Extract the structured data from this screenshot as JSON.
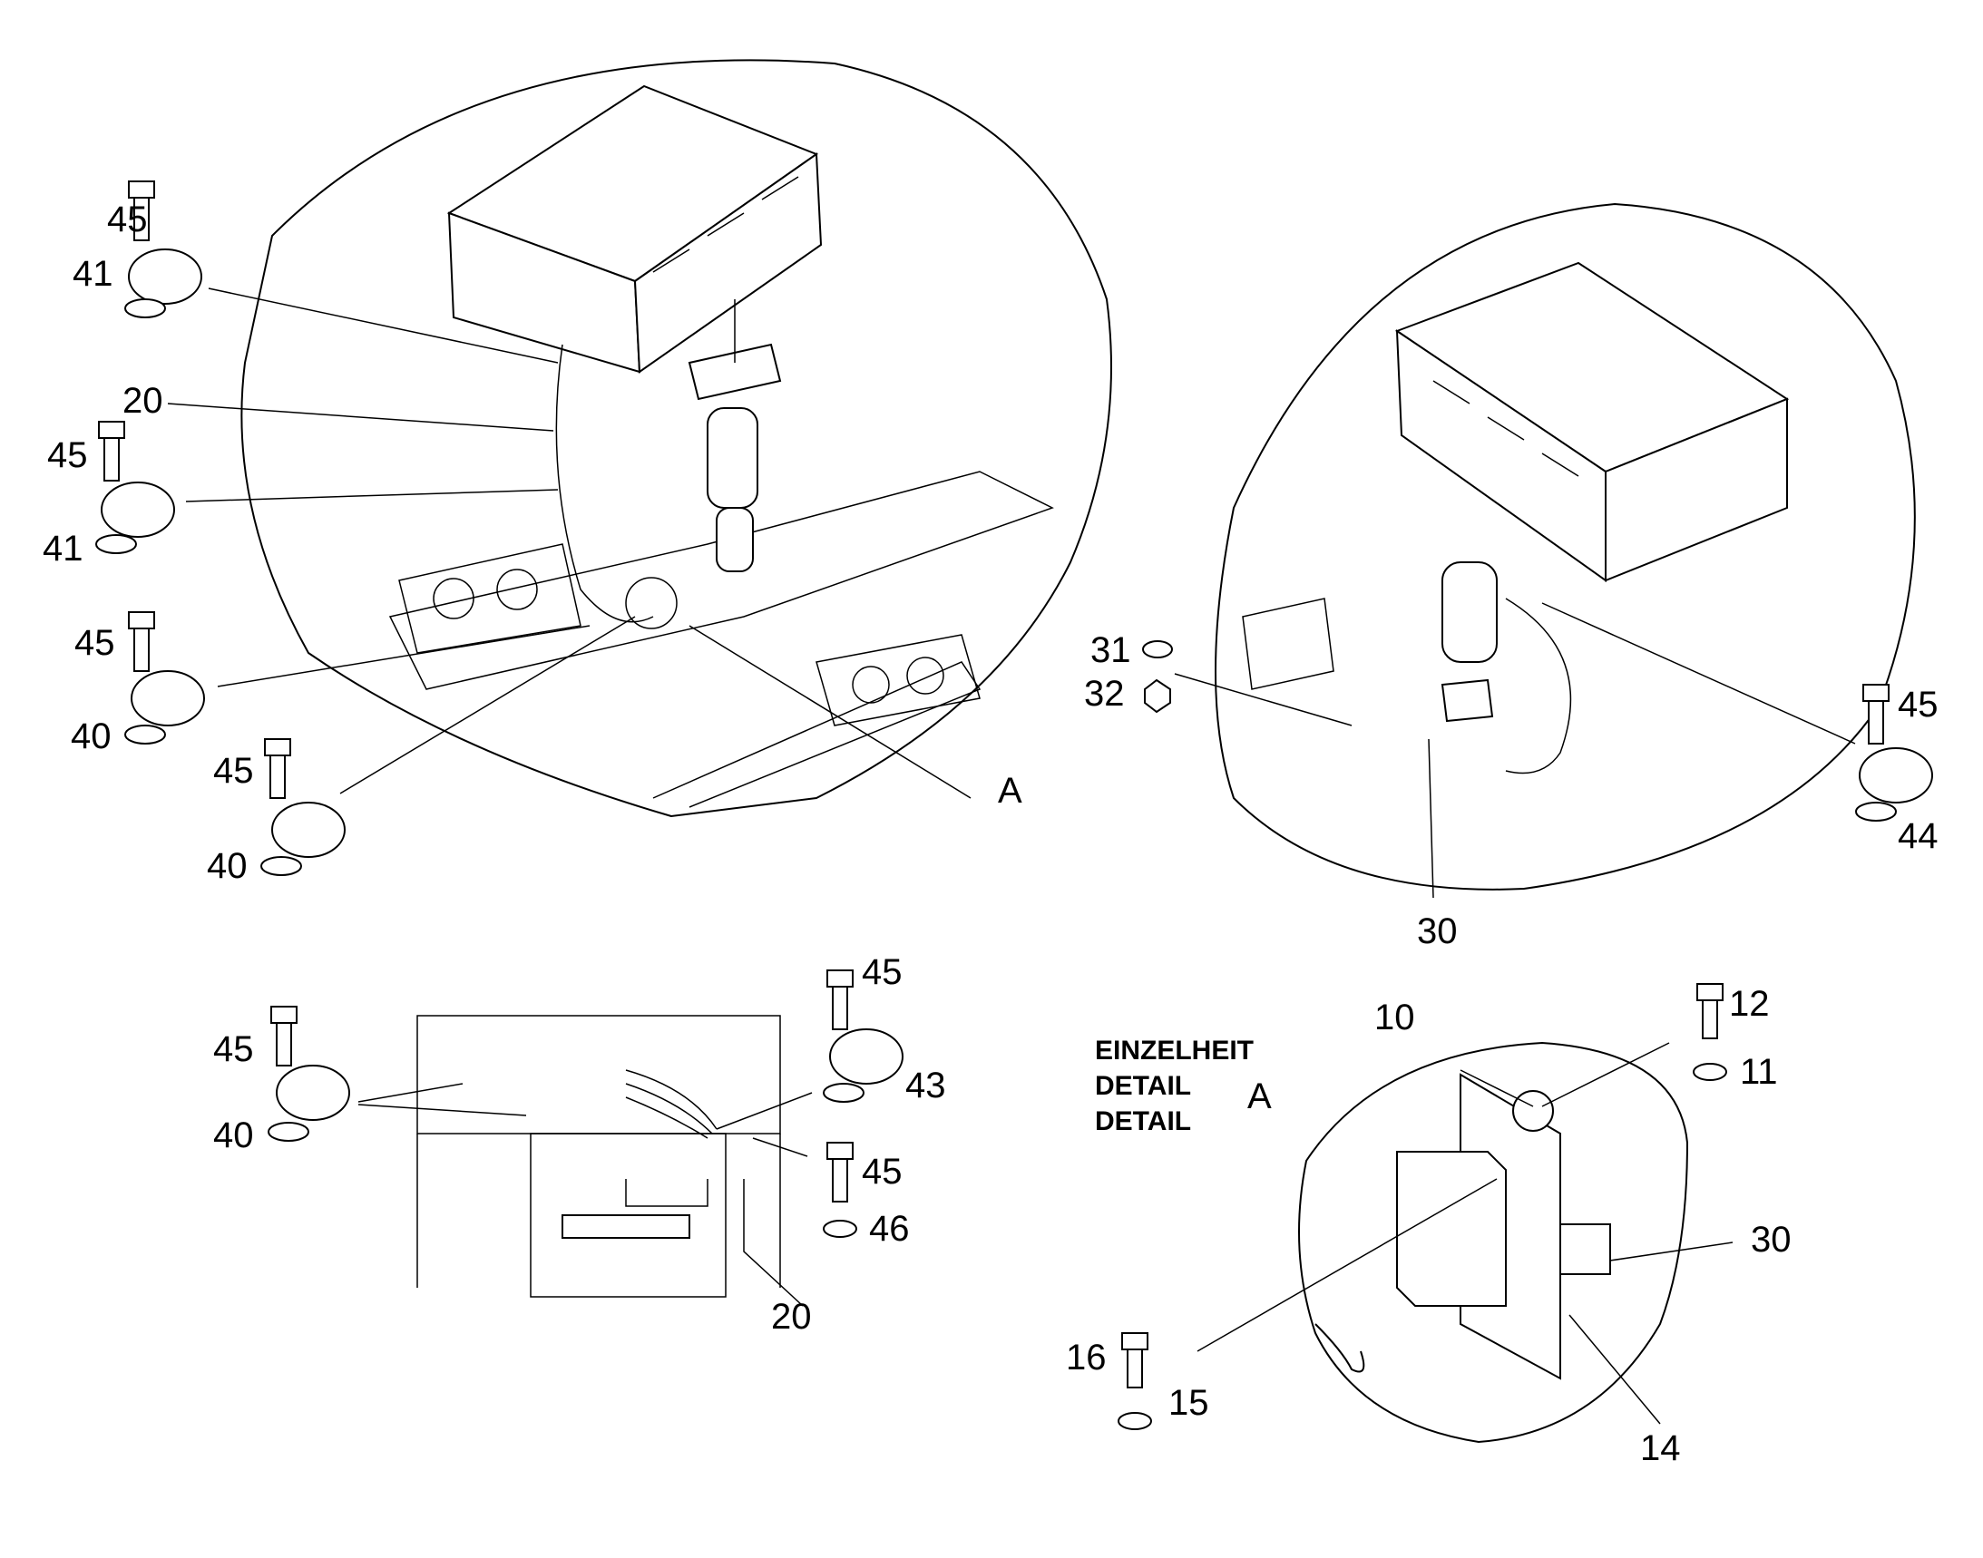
{
  "labels": {
    "l45_a": "45",
    "l41_a": "41",
    "l20_a": "20",
    "l45_b": "45",
    "l41_b": "41",
    "l45_c": "45",
    "l40_a": "40",
    "l45_d": "45",
    "l40_b": "40",
    "lA_main": "A",
    "l31": "31",
    "l32": "32",
    "l45_e": "45",
    "l44": "44",
    "l30_a": "30",
    "l45_f": "45",
    "l40_c": "40",
    "l45_g": "45",
    "l43": "43",
    "l45_h": "45",
    "l46": "46",
    "l20_b": "20",
    "l10": "10",
    "l12": "12",
    "l11": "11",
    "l30_b": "30",
    "l16": "16",
    "l15": "15",
    "l14": "14"
  },
  "detail": {
    "line1": "EINZELHEIT",
    "line2": "DETAIL",
    "line3": "DETAIL",
    "letter": "A"
  },
  "colors": {
    "ink": "#000000",
    "paper": "#ffffff"
  }
}
